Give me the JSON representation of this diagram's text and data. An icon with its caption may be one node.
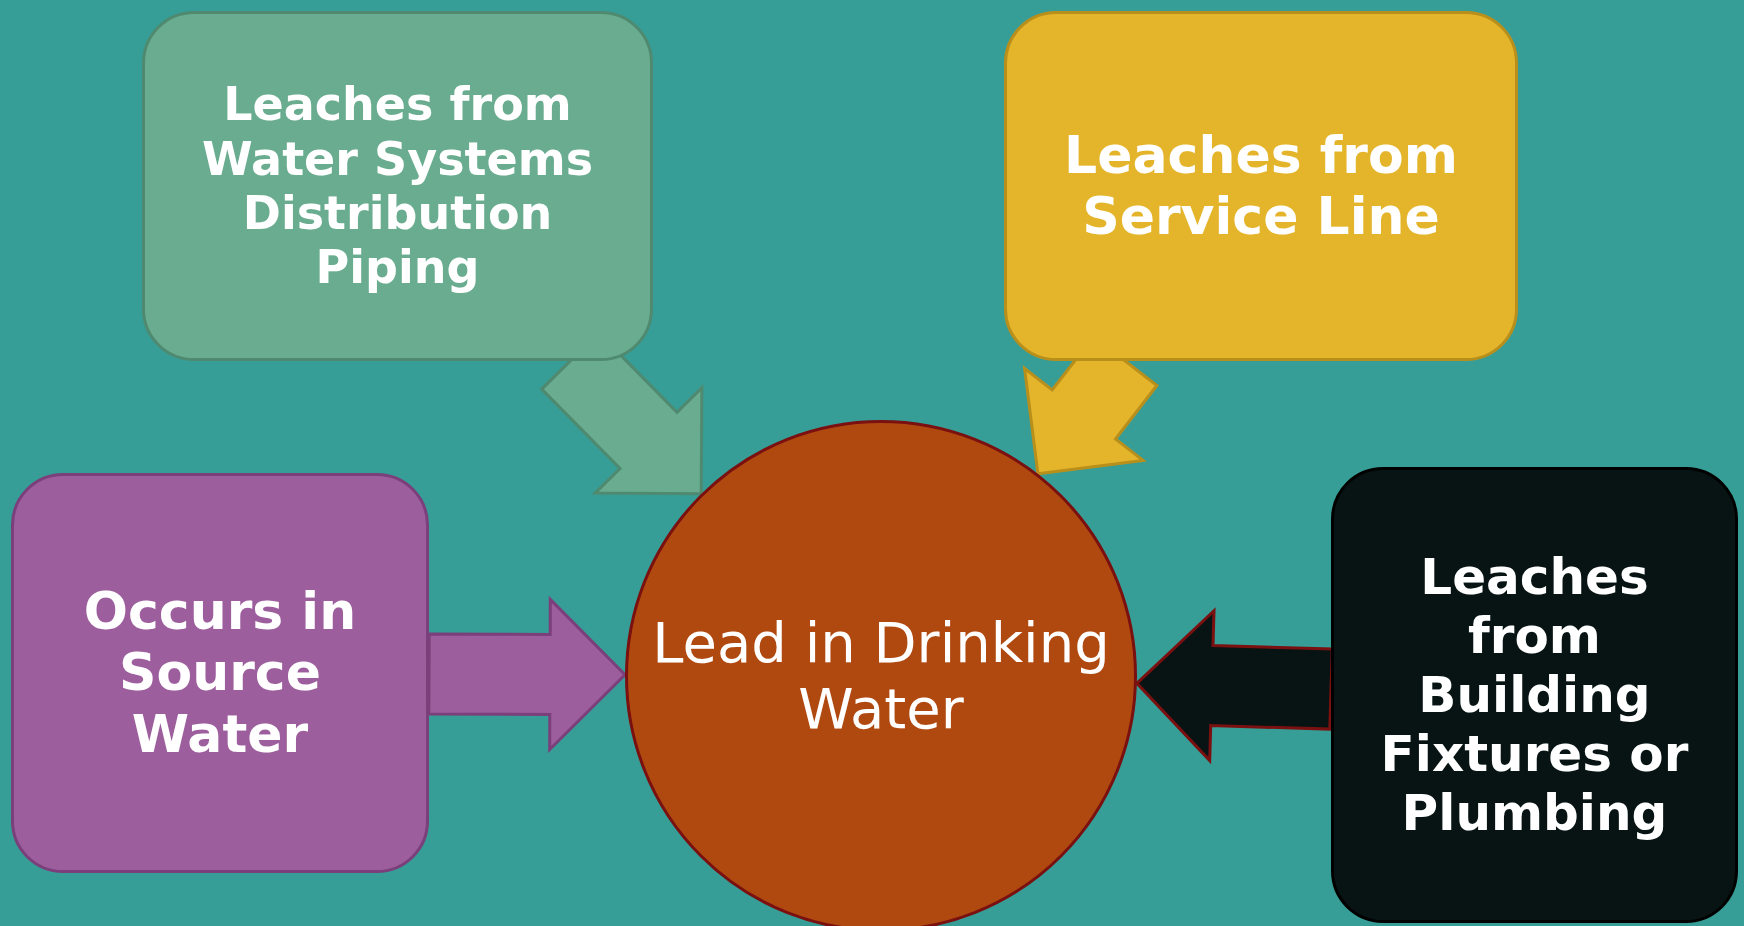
{
  "diagram": {
    "nodes": [
      {
        "text": [
          "Leaches from Water Systems Distribution Piping"
        ]
      },
      {
        "text": [
          "Leaches from Service Line"
        ]
      },
      {
        "text": [
          "Occurs in Source Water"
        ]
      },
      {
        "text": [
          "Lead in Drinking Water"
        ]
      },
      {
        "text": [
          "Leaches from Building Fixtures or Plumbing"
        ]
      }
    ],
    "edges": [
      {
        "from": 0,
        "to": 3,
        "arrow": "to",
        "color": "#69ac8f"
      },
      {
        "from": 1,
        "to": 3,
        "arrow": "to",
        "color": "#e4b52b"
      },
      {
        "from": 2,
        "to": 3,
        "arrow": "to",
        "color": "#9c5e9c"
      },
      {
        "from": 4,
        "to": 3,
        "arrow": "to",
        "color": "#081414"
      }
    ]
  }
}
